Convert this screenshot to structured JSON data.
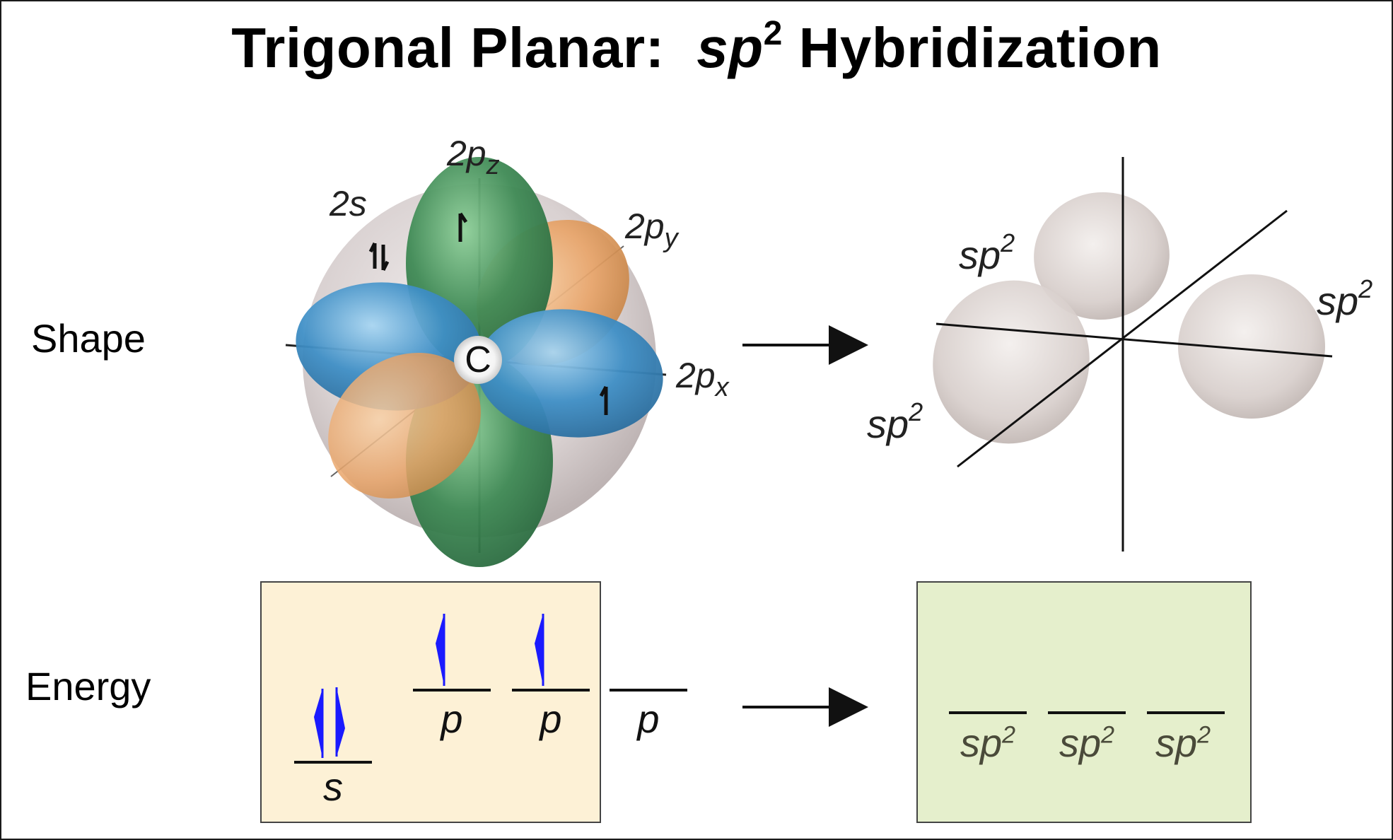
{
  "title": {
    "prefix": "Trigonal Planar:",
    "italic": "sp",
    "superscript": "2",
    "suffix": "Hybridization"
  },
  "row_labels": {
    "shape": "Shape",
    "energy": "Energy"
  },
  "orbital_labels": {
    "s2": "2s",
    "pz": "2p",
    "pz_sub": "z",
    "py": "2p",
    "py_sub": "y",
    "px": "2p",
    "px_sub": "x",
    "center": "C"
  },
  "hybrid_labels": [
    {
      "base": "sp",
      "sup": "2"
    },
    {
      "base": "sp",
      "sup": "2"
    },
    {
      "base": "sp",
      "sup": "2"
    }
  ],
  "energy_left": {
    "levels": [
      {
        "label": "s",
        "electrons": "paired"
      },
      {
        "label": "p",
        "electrons": "up"
      },
      {
        "label": "p",
        "electrons": "up"
      },
      {
        "label": "p",
        "electrons": "none"
      }
    ]
  },
  "energy_right": {
    "levels": [
      {
        "base": "sp",
        "sup": "2"
      },
      {
        "base": "sp",
        "sup": "2"
      },
      {
        "base": "sp",
        "sup": "2"
      }
    ]
  },
  "colors": {
    "green_lobe": "#3f8a55",
    "blue_lobe": "#3f8fc6",
    "orange_lobe": "#e9a56a",
    "gray_lobe": "#d8cfcc",
    "electron": "#1a1aff",
    "box_s": "#fdf1d6",
    "box_sp": "#e5efcc"
  }
}
